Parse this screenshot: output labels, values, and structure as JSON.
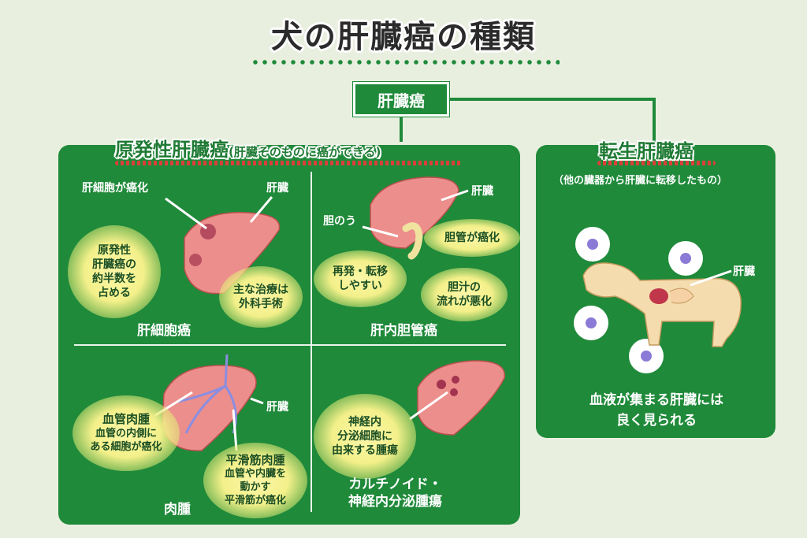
{
  "title": "犬の肝臓癌の種類",
  "root": "肝臓癌",
  "primary": {
    "title": "原発性肝臓癌",
    "subtitle": "(肝臓そのものに癌ができる)",
    "cells": [
      {
        "name": "肝細胞癌",
        "callout": "肝細胞が癌化",
        "organ_label": "肝臓",
        "bubbles": [
          "原発性\n肝臓癌の\n約半数を\n占める",
          "主な治療は\n外科手術"
        ]
      },
      {
        "name": "肝内胆管癌",
        "organ_label": "肝臓",
        "gallbladder_label": "胆のう",
        "bubbles": [
          "胆管が癌化",
          "再発・転移\nしやすい",
          "胆汁の\n流れが悪化"
        ]
      },
      {
        "name": "肉腫",
        "organ_label": "肝臓",
        "callouts": [
          {
            "title": "血管肉腫",
            "desc": "血管の内側に\nある細胞が癌化"
          },
          {
            "title": "平滑筋肉腫",
            "desc": "血管や内臓を\n動かす\n平滑筋が癌化"
          }
        ]
      },
      {
        "name": "カルチノイド・\n神経内分泌腫瘍",
        "bubbles": [
          "神経内\n分泌細胞に\n由来する腫瘍"
        ]
      }
    ]
  },
  "metastatic": {
    "title": "転生肝臓癌",
    "subtitle": "（他の臓器から肝臓に転移したもの）",
    "organ_label": "肝臓",
    "caption": "血液が集まる肝臓には\n良く見られる"
  }
}
